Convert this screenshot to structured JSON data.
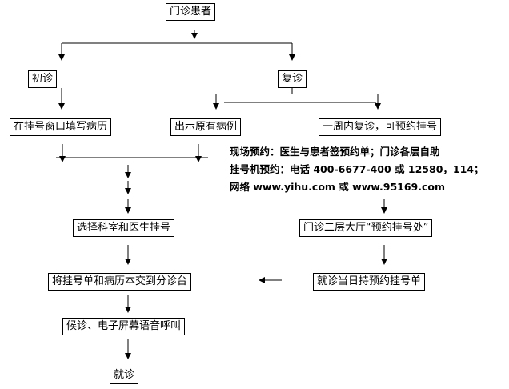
{
  "diagram": {
    "nodes": {
      "outpatient": "门诊患者",
      "first_visit": "初诊",
      "return_visit": "复诊",
      "fill_record": "在挂号窗口填写病历",
      "show_record": "出示原有病例",
      "return_week": "一周内复诊，可预约挂号",
      "select_dept": "选择科室和医生挂号",
      "hall_2f": "门诊二层大厅“预约挂号处”",
      "submit_desk": "将挂号单和病历本交到分诊台",
      "same_day": "就诊当日持预约挂号单",
      "wait_call": "候诊、电子屏幕语音呼叫",
      "consult": "就诊"
    },
    "note_lines": [
      "现场预约：医生与患者签预约单；门诊各层自助",
      "挂号机预约：电话 400-6677-400 或 12580，114；",
      "网络 www.yihu.com 或 www.95169.com"
    ]
  }
}
